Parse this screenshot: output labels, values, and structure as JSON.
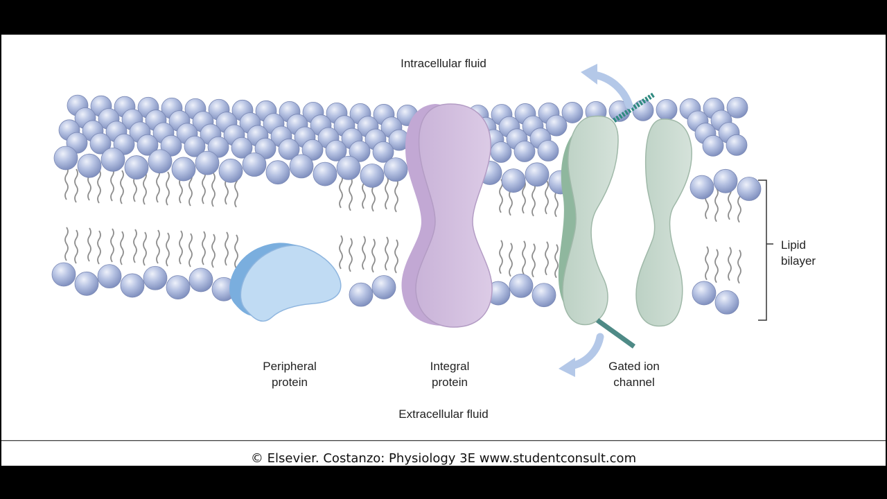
{
  "labels": {
    "intracellular": "Intracellular fluid",
    "extracellular": "Extracellular fluid",
    "peripheral": [
      "Peripheral",
      "protein"
    ],
    "integral": [
      "Integral",
      "protein"
    ],
    "gated": [
      "Gated ion",
      "channel"
    ],
    "bilayer": [
      "Lipid",
      "bilayer"
    ]
  },
  "credit": "© Elsevier. Costanzo: Physiology 3E www.studentconsult.com",
  "colors": {
    "background": "#000000",
    "panel": "#ffffff",
    "lipid_head": "#a9b8dc",
    "lipid_tail": "#8d8d8d",
    "peripheral_protein": "#bcd8f2",
    "integral_protein": "#d7c6e2",
    "ion_channel": "#cfded4",
    "arrow": "#b4c8e8"
  },
  "icons": [
    "lipid-head-icon",
    "curved-arrow-icon"
  ]
}
